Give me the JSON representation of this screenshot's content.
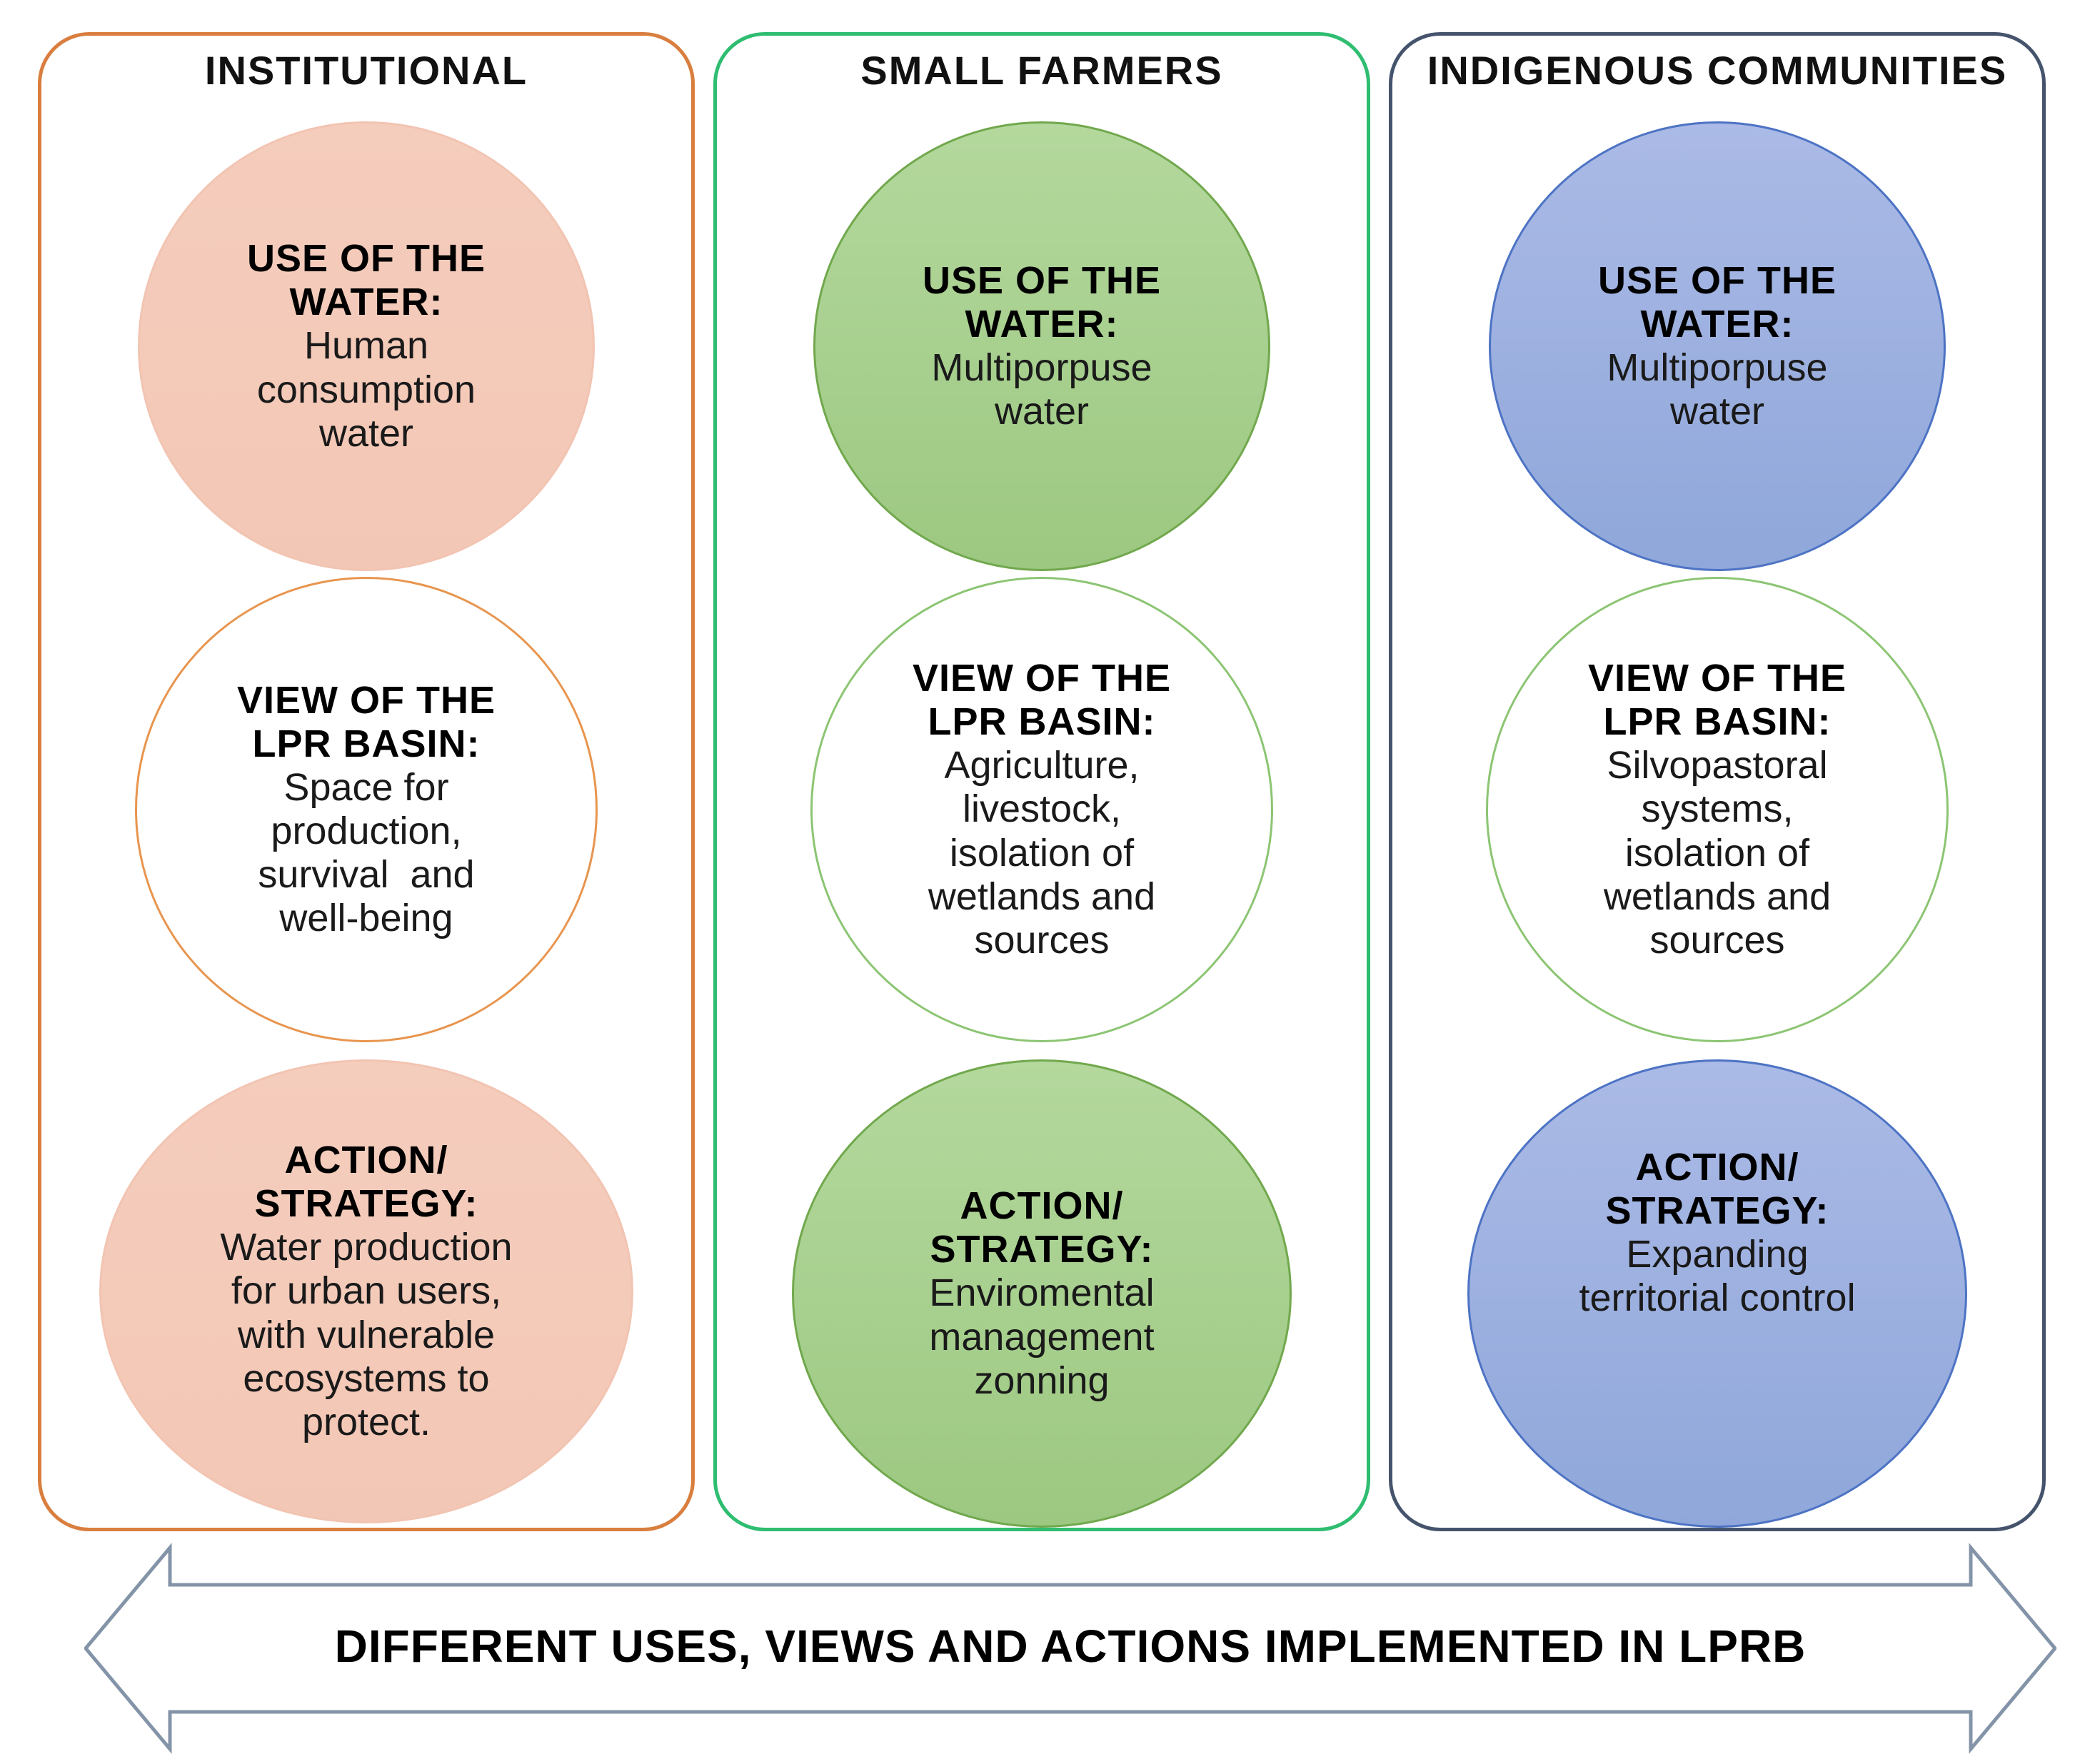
{
  "diagram_title": "DIFFERENT USES, VIEWS AND ACTIONS IMPLEMENTED IN LPRB",
  "columns": [
    {
      "key": "institutional",
      "title": "INSTITUTIONAL",
      "colors": {
        "panel_border": "#d97e3e",
        "fill_top": "#f5cdbd",
        "fill_bottom": "#f3c7b5",
        "circle_border": "#f2c4b2",
        "view_border": "#e8954f"
      },
      "circles": [
        {
          "kind": "use-of-water",
          "title": "USE OF THE\nWATER:",
          "body": "Human\nconsumption\nwater"
        },
        {
          "kind": "view-of-basin",
          "title": "VIEW OF THE\nLPR BASIN:",
          "body": "Space for\nproduction,\nsurvival  and\nwell-being"
        },
        {
          "kind": "action-strategy",
          "title": "ACTION/\nSTRATEGY:",
          "body": "Water production\nfor urban users,\nwith vulnerable\necosystems to\nprotect."
        }
      ]
    },
    {
      "key": "small-farmers",
      "title": "SMALL FARMERS",
      "colors": {
        "panel_border": "#2ebd71",
        "fill_top": "#b4d89d",
        "fill_bottom": "#9cc881",
        "circle_border": "#71a84d",
        "view_border": "#8cc573"
      },
      "circles": [
        {
          "kind": "use-of-water",
          "title": "USE OF THE\nWATER:",
          "body": "Multiporpuse\nwater"
        },
        {
          "kind": "view-of-basin",
          "title": "VIEW OF THE\nLPR BASIN:",
          "body": "Agriculture,\nlivestock,\nisolation of\nwetlands and\nsources"
        },
        {
          "kind": "action-strategy",
          "title": "ACTION/\nSTRATEGY:",
          "body": "Enviromental\nmanagement\nzonning"
        }
      ]
    },
    {
      "key": "indigenous-communities",
      "title": "INDIGENOUS COMMUNITIES",
      "colors": {
        "panel_border": "#45546c",
        "fill_top": "#abbae6",
        "fill_bottom": "#8fa7da",
        "circle_border": "#4d73c4",
        "view_border": "#8cc573"
      },
      "circles": [
        {
          "kind": "use-of-water",
          "title": "USE OF THE\nWATER:",
          "body": "Multiporpuse\nwater"
        },
        {
          "kind": "view-of-basin",
          "title": "VIEW OF THE\nLPR BASIN:",
          "body": "Silvopastoral\nsystems,\nisolation of\nwetlands and\nsources"
        },
        {
          "kind": "action-strategy",
          "title": "ACTION/\nSTRATEGY:",
          "body": "Expanding\nterritorial control"
        }
      ]
    }
  ],
  "arrow": {
    "label": "DIFFERENT USES, VIEWS AND ACTIONS IMPLEMENTED IN LPRB",
    "stroke": "#8494a8",
    "fill": "#ffffff"
  }
}
